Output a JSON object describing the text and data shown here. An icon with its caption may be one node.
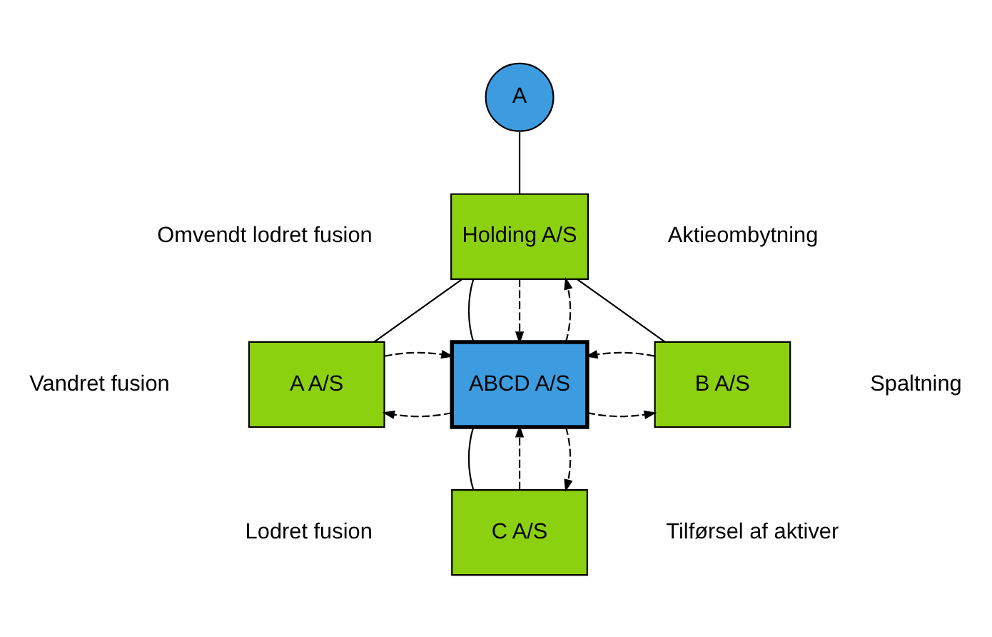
{
  "diagram": {
    "nodes": [
      {
        "text": [
          "A"
        ]
      },
      {
        "text": [
          "Holding A/S"
        ]
      },
      {
        "text": [
          "A A/S"
        ]
      },
      {
        "text": [
          "ABCD A/S"
        ]
      },
      {
        "text": [
          "B A/S"
        ]
      },
      {
        "text": [
          "C A/S"
        ]
      }
    ],
    "edges": [
      {
        "from": 0,
        "to": 1,
        "arrow": "none"
      },
      {
        "from": 1,
        "to": 2,
        "arrow": "none"
      },
      {
        "from": 1,
        "to": 3,
        "arrow": "none"
      },
      {
        "from": 1,
        "to": 4,
        "arrow": "none"
      },
      {
        "from": 3,
        "to": 5,
        "arrow": "none"
      },
      {
        "from": 1,
        "to": 3,
        "arrow": "to",
        "style": "dashed"
      },
      {
        "from": 3,
        "to": 1,
        "arrow": "to",
        "style": "dashed"
      },
      {
        "from": 3,
        "to": 2,
        "arrow": "to",
        "style": "dashed"
      },
      {
        "from": 2,
        "to": 3,
        "arrow": "to",
        "style": "dashed"
      },
      {
        "from": 3,
        "to": 4,
        "arrow": "to",
        "style": "dashed"
      },
      {
        "from": 4,
        "to": 3,
        "arrow": "to",
        "style": "dashed"
      },
      {
        "from": 5,
        "to": 3,
        "arrow": "to",
        "style": "dashed"
      },
      {
        "from": 3,
        "to": 5,
        "arrow": "to",
        "style": "dashed"
      }
    ],
    "labels": [
      "Aktieombytning",
      "Tilførsel af aktiver"
    ],
    "legend": [
      {
        "text": "Omvendt lodret fusion"
      },
      {
        "text": "Vandret fusion"
      },
      {
        "text": "Spaltning"
      },
      {
        "text": "Lodret fusion"
      }
    ]
  }
}
